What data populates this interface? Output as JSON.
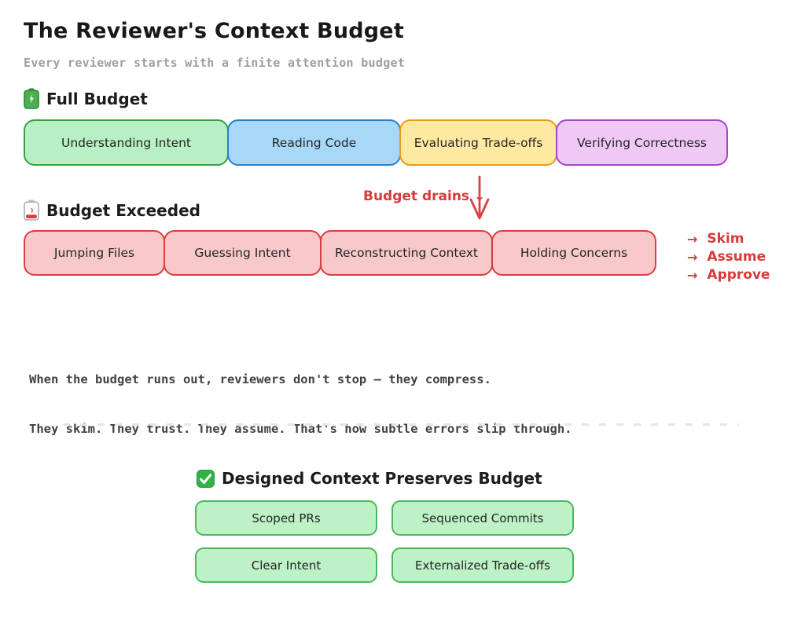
{
  "title": "The Reviewer's Context Budget",
  "subtitle": "Every reviewer starts with a finite attention budget",
  "full_budget": {
    "label": "Full Budget",
    "icon": "battery-full-icon",
    "items": [
      {
        "label": "Understanding Intent",
        "fill": "#b9f0c3",
        "border": "#35a04a"
      },
      {
        "label": "Reading Code",
        "fill": "#a8d8f8",
        "border": "#2a7fc9"
      },
      {
        "label": "Evaluating Trade-offs",
        "fill": "#ffe8a0",
        "border": "#eb9a15"
      },
      {
        "label": "Verifying Correctness",
        "fill": "#efc8f6",
        "border": "#a844c9"
      }
    ]
  },
  "drain": {
    "label": "Budget drains ↓",
    "color": "#d83a3a"
  },
  "budget_exceeded": {
    "label": "Budget Exceeded",
    "icon": "battery-low-icon",
    "fill": "#f9c9c9",
    "border": "#d8403d",
    "items": [
      {
        "label": "Jumping Files"
      },
      {
        "label": "Guessing Intent"
      },
      {
        "label": "Reconstructing Context"
      },
      {
        "label": "Holding Concerns"
      }
    ],
    "consequences": [
      {
        "glyph": "→",
        "label": "Skim"
      },
      {
        "glyph": "→",
        "label": "Assume"
      },
      {
        "glyph": "→",
        "label": "Approve"
      }
    ]
  },
  "summary": {
    "line1": "When the budget runs out, reviewers don't stop — they compress.",
    "line2": "They skim. They trust. They assume. That's how subtle errors slip through."
  },
  "designed": {
    "label": "Designed Context Preserves Budget",
    "icon": "check-icon",
    "fill": "#bdf2c6",
    "border": "#49b85c",
    "items": [
      {
        "label": "Scoped PRs"
      },
      {
        "label": "Sequenced Commits"
      },
      {
        "label": "Clear Intent"
      },
      {
        "label": "Externalized Trade-offs"
      }
    ]
  }
}
